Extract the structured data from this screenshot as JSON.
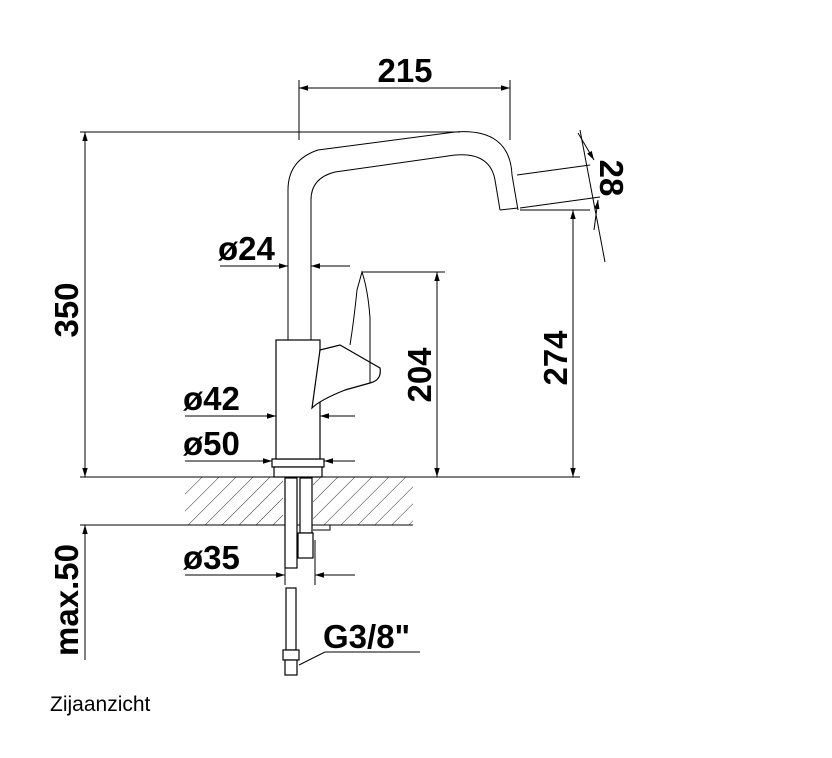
{
  "dimensions": {
    "width_215": "215",
    "height_350": "350",
    "spout_28": "28",
    "height_274": "274",
    "height_204": "204",
    "dia_24": "ø24",
    "dia_42": "ø42",
    "dia_50": "ø50",
    "dia_35": "ø35",
    "max_50": "max.50",
    "thread": "G3/8\""
  },
  "caption": "Zijaanzicht"
}
